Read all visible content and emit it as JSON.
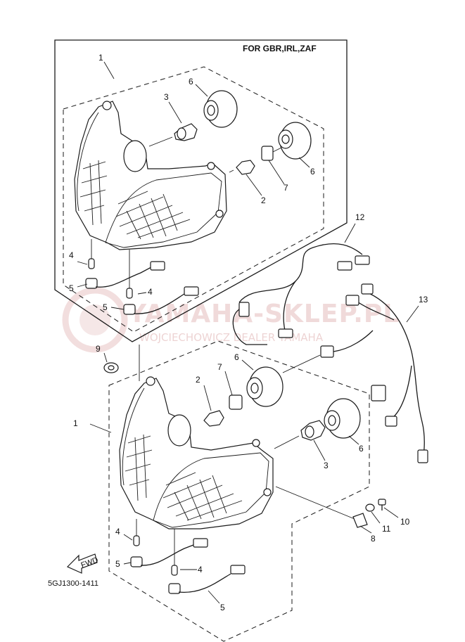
{
  "header_label": "FOR GBR,IRL,ZAF",
  "diagram_code": "5GJ1300-1411",
  "fwd_label": "FWD",
  "watermark": {
    "line1": "YAMAHA-SKLEP.PL",
    "line2": "WOJCIECHOWICZ DEALER YAMAHA",
    "color": "#d9a0a0"
  },
  "callouts": {
    "top_1": "1",
    "top_3": "3",
    "top_6a": "6",
    "top_6b": "6",
    "top_2": "2",
    "top_7": "7",
    "top_4a": "4",
    "top_4b": "4",
    "top_5a": "5",
    "top_5b": "5",
    "c12": "12",
    "c13": "13",
    "c9": "9",
    "bot_1": "1",
    "bot_2": "2",
    "bot_7": "7",
    "bot_6a": "6",
    "bot_6b": "6",
    "bot_3": "3",
    "bot_4a": "4",
    "bot_4b": "4",
    "bot_5a": "5",
    "bot_5b": "5",
    "c8": "8",
    "c10": "10",
    "c11": "11"
  }
}
